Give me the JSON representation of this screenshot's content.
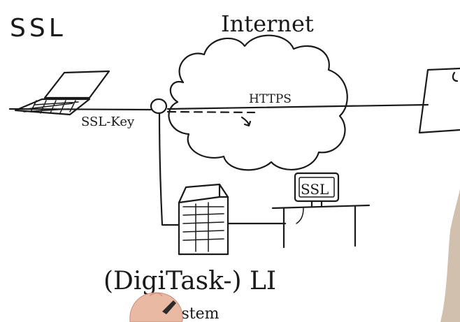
{
  "diagram": {
    "title": "SSL",
    "cloud_label": "Internet",
    "protocol_label": "HTTPS",
    "key_label": "SSL-Key",
    "endpoint_badge": "SSL",
    "system_line1": "(DigiTask-) LI",
    "system_line2": "System"
  },
  "colors": {
    "background": "#ffffff",
    "ink": "#1a1a1a",
    "hand_skin": "#e9b9a3",
    "hair": "#c9b5a0"
  }
}
